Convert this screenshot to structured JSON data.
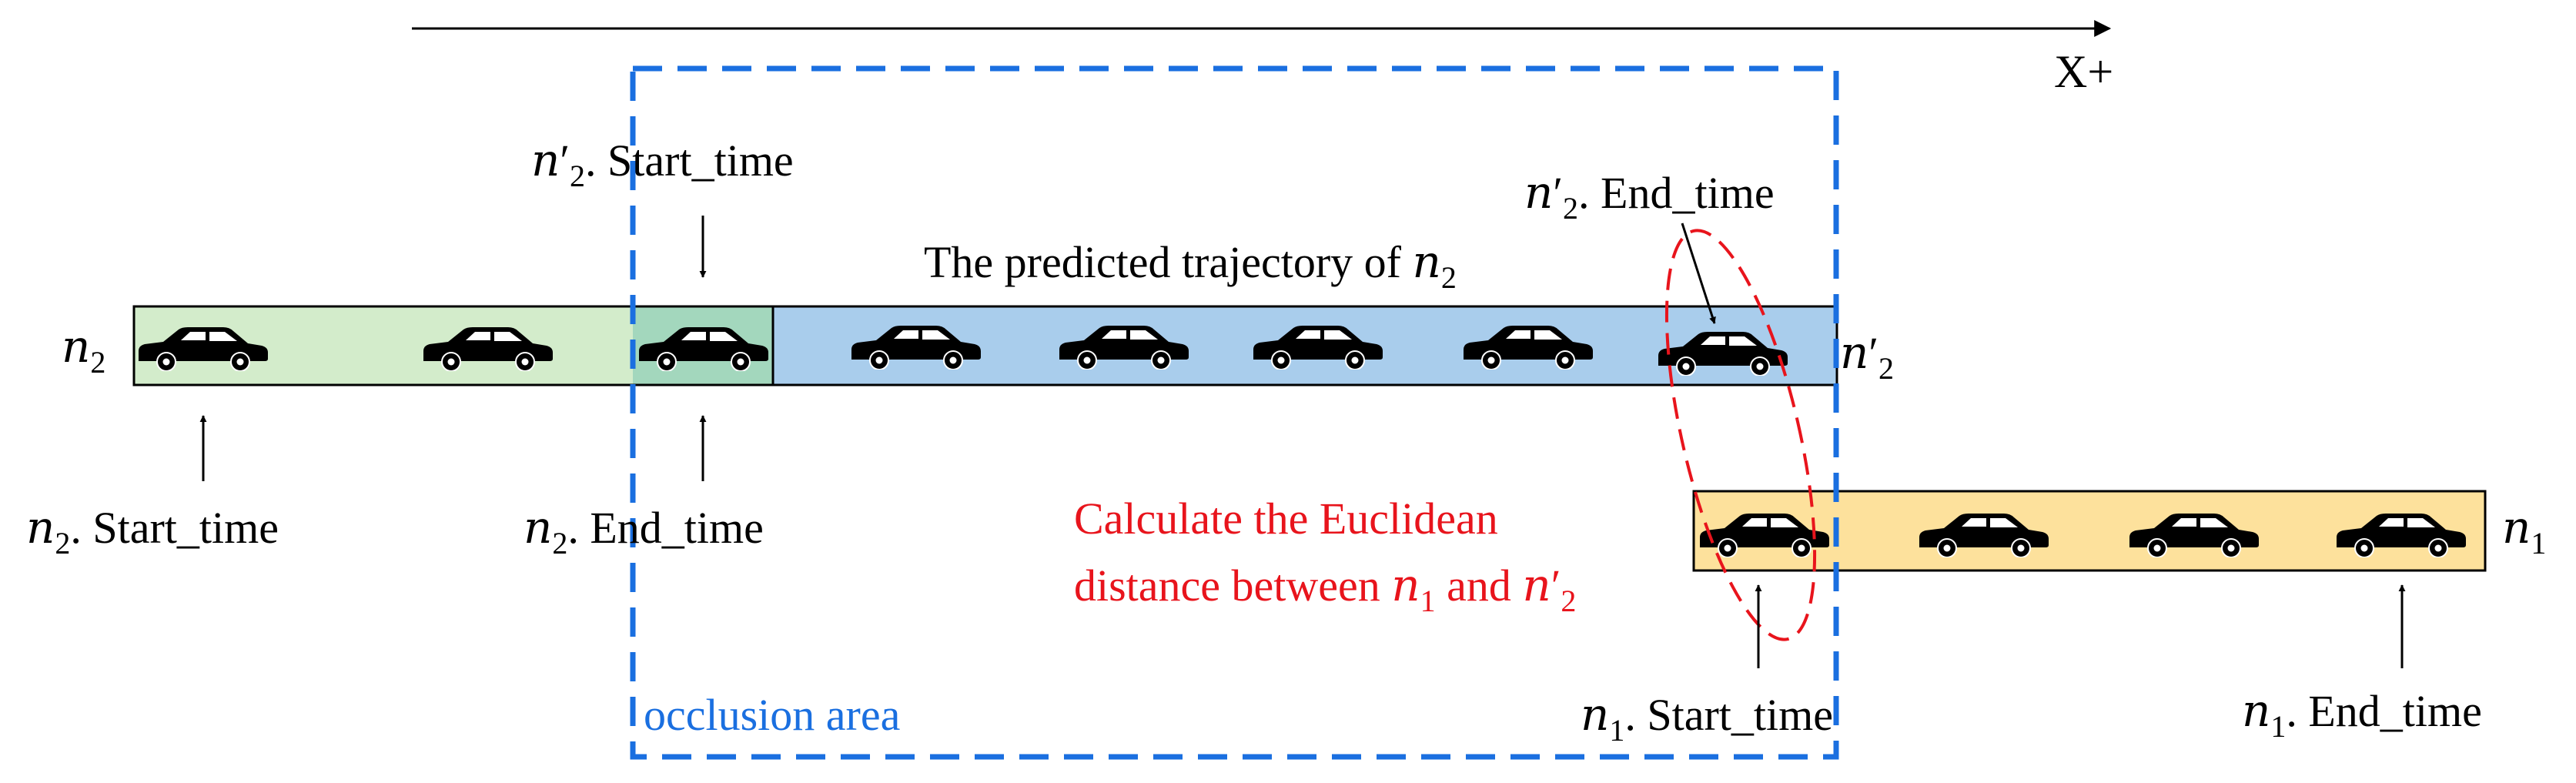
{
  "axis": {
    "label": "X+"
  },
  "occlusion": {
    "label": "occlusion area",
    "color": "#1a6fe0"
  },
  "vehicles": {
    "n2": {
      "sym": "n",
      "sub": "2"
    },
    "n2p": {
      "sym": "n",
      "prime": "′",
      "sub": "2"
    },
    "n1": {
      "sym": "n",
      "sub": "1"
    }
  },
  "bars": {
    "n2_observed_color": "#d3eccb",
    "n2_overlap_color": "#a3d7bd",
    "n2_predicted_color": "#a9cdec",
    "n1_observed_color": "#fde19c",
    "car_icon": "car-icon",
    "car_counts": {
      "n2_observed": 3,
      "n2_predicted": 5,
      "n1": 4
    }
  },
  "labels": {
    "start_time": "Start_time",
    "end_time": "End_time",
    "sep": ". ",
    "predicted_prefix": "The predicted trajectory of "
  },
  "annotation": {
    "line1": "Calculate the Euclidean",
    "line2_prefix": "distance between ",
    "and": " and ",
    "color": "#e8141c"
  }
}
